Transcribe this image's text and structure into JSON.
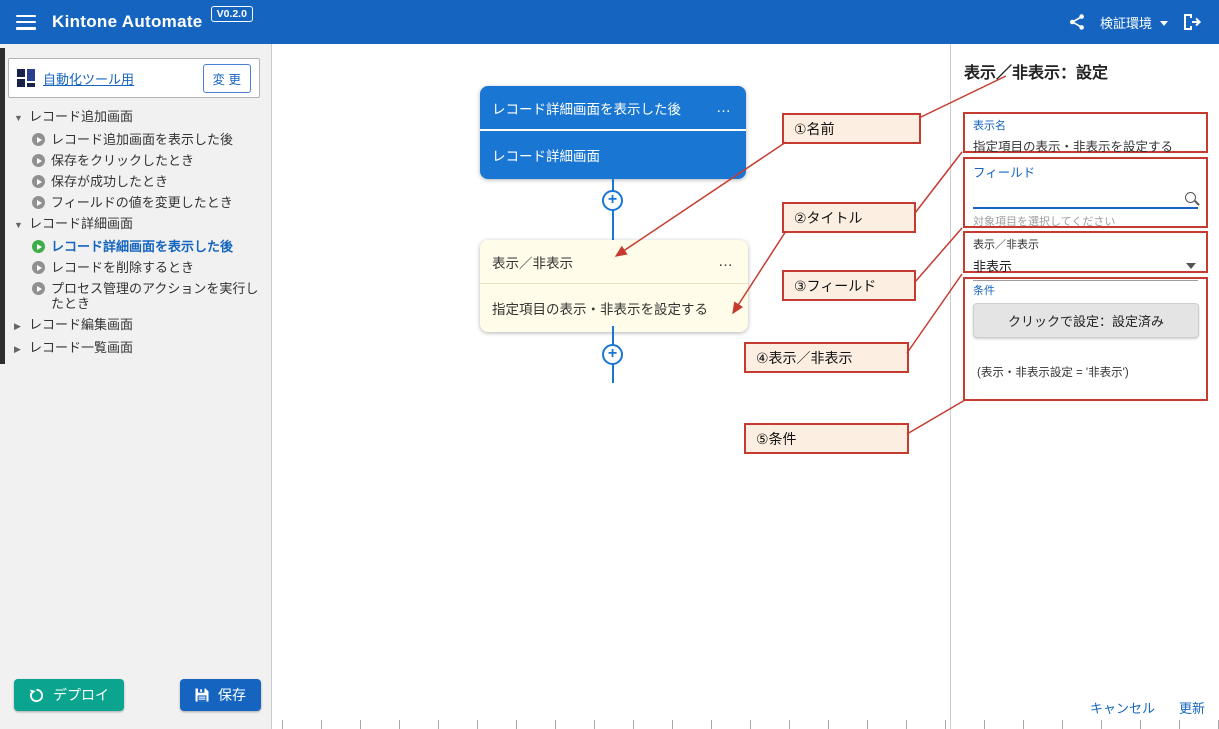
{
  "header": {
    "title": "Kintone Automate",
    "version": "V0.2.0",
    "environment": "検証環境"
  },
  "sidebar": {
    "app_name": "自動化ツール用",
    "change_button": "変 更",
    "deploy_button": "デプロイ",
    "save_button": "保存",
    "tree": [
      {
        "label": "レコード追加画面"
      },
      {
        "label": "レコード追加画面を表示した後"
      },
      {
        "label": "保存をクリックしたとき"
      },
      {
        "label": "保存が成功したとき"
      },
      {
        "label": "フィールドの値を変更したとき"
      },
      {
        "label": "レコード詳細画面"
      },
      {
        "label": "レコード詳細画面を表示した後"
      },
      {
        "label": "レコードを削除するとき"
      },
      {
        "label": "プロセス管理のアクションを実行したとき"
      },
      {
        "label": "レコード編集画面"
      },
      {
        "label": "レコード一覧画面"
      }
    ]
  },
  "canvas": {
    "node_trigger": {
      "title": "レコード詳細画面を表示した後",
      "subtitle": "レコード詳細画面"
    },
    "node_action": {
      "title": "表示／非表示",
      "subtitle": "指定項目の表示・非表示を設定する"
    },
    "callouts": [
      {
        "label": "①名前"
      },
      {
        "label": "②タイトル"
      },
      {
        "label": "③フィールド"
      },
      {
        "label": "④表示／非表示"
      },
      {
        "label": "⑤条件"
      }
    ]
  },
  "panel": {
    "title": "表示／非表示：設定",
    "display_name": {
      "label": "表示名",
      "value": "指定項目の表示・非表示を設定する"
    },
    "field": {
      "label": "フィールド",
      "placeholder": "対象項目を選択してください"
    },
    "visibility": {
      "label": "表示／非表示",
      "value": "非表示"
    },
    "condition": {
      "label": "条件",
      "button_label": "クリックで設定：設定済み",
      "summary": "(表示・非表示設定 = '非表示')"
    },
    "cancel": "キャンセル",
    "update": "更新"
  },
  "icons": {
    "more": "…",
    "plus": "+",
    "expanded": "▼",
    "collapsed": "▶"
  }
}
